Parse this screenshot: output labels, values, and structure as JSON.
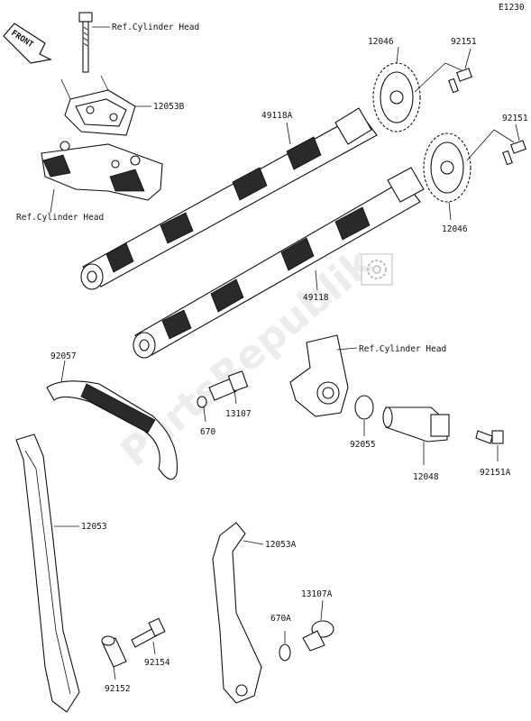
{
  "page_code": "E1230",
  "front_label": "FRONT",
  "watermark": "PartsRepublik",
  "labels": {
    "ref_head_top": "Ref.Cylinder Head",
    "ref_head_left": "Ref.Cylinder Head",
    "ref_head_right": "Ref.Cylinder Head",
    "p12053B": "12053B",
    "p12046_top": "12046",
    "p92151_top": "92151",
    "p49118A": "49118A",
    "p92151_mid": "92151",
    "p12046_mid": "12046",
    "p49118": "49118",
    "p92057": "92057",
    "p13107": "13107",
    "p670": "670",
    "p92055": "92055",
    "p12048": "12048",
    "p92151A": "92151A",
    "p12053": "12053",
    "p12053A": "12053A",
    "p13107A": "13107A",
    "p670A": "670A",
    "p92154": "92154",
    "p92152": "92152"
  }
}
